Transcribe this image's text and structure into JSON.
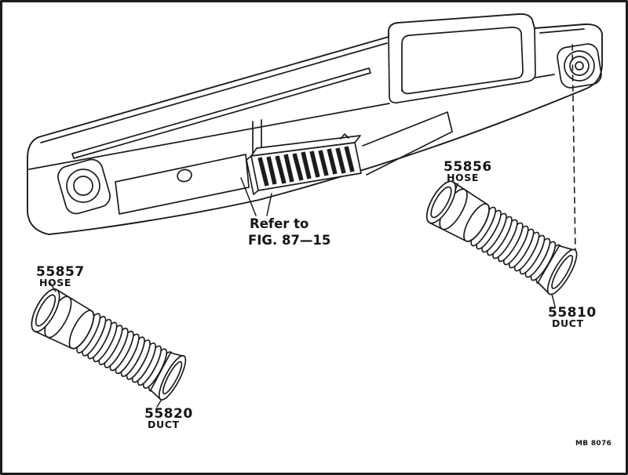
{
  "page": {
    "background": "#ffffff",
    "line_color": "#1c1c1c"
  },
  "note": {
    "line1": "Refer to",
    "line2": "FIG. 87—15"
  },
  "parts": {
    "hose_55857": {
      "number": "55857",
      "label": "HOSE"
    },
    "duct_55820": {
      "number": "55820",
      "label": "DUCT"
    },
    "hose_55856": {
      "number": "55856",
      "label": "HOSE"
    },
    "duct_55810": {
      "number": "55810",
      "label": "DUCT"
    }
  },
  "footer": {
    "code": "MB 8076"
  }
}
